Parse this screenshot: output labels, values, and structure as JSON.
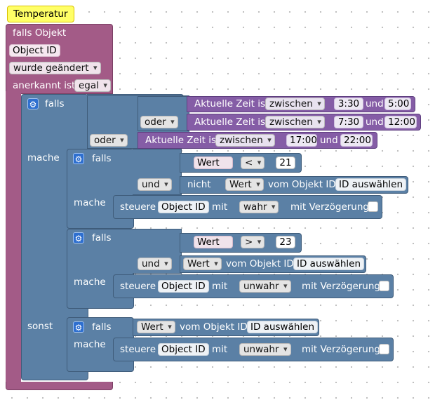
{
  "comment": "Temperatur",
  "trigger": {
    "label_object": "falls Objekt",
    "object_id": "Object ID",
    "changed": "wurde geändert",
    "ack_label": "anerkannt ist",
    "ack_value": "egal"
  },
  "outer_if": {
    "if_label": "falls",
    "do_label": "mache",
    "else_label": "sonst",
    "or1": "oder",
    "or2": "oder",
    "time_rows": [
      {
        "label": "Aktuelle Zeit ist",
        "op": "zwischen",
        "from": "3:30",
        "and": "und",
        "to": "5:00"
      },
      {
        "label": "Aktuelle Zeit ist",
        "op": "zwischen",
        "from": "7:30",
        "and": "und",
        "to": "12:00"
      },
      {
        "label": "Aktuelle Zeit ist",
        "op": "zwischen",
        "from": "17:00",
        "and": "und",
        "to": "22:00"
      }
    ]
  },
  "inner_if_1": {
    "if_label": "falls",
    "do_label": "mache",
    "value_dd": "Wert",
    "compare_op": "<",
    "compare_num": "21",
    "and_label": "und",
    "not_label": "nicht",
    "state_value": "Wert",
    "from_object": "vom Objekt ID",
    "id_select": "ID auswählen",
    "control_label": "steuere",
    "object_id": "Object ID",
    "with_label": "mit",
    "value": "wahr",
    "delay_label": "mit Verzögerung"
  },
  "inner_if_2": {
    "if_label": "falls",
    "do_label": "mache",
    "value_dd": "Wert",
    "compare_op": ">",
    "compare_num": "23",
    "and_label": "und",
    "state_value": "Wert",
    "from_object": "vom Objekt ID",
    "id_select": "ID auswählen",
    "control_label": "steuere",
    "object_id": "Object ID",
    "with_label": "mit",
    "value": "unwahr",
    "delay_label": "mit Verzögerung"
  },
  "inner_if_3": {
    "if_label": "falls",
    "do_label": "mache",
    "state_value": "Wert",
    "from_object": "vom Objekt ID",
    "id_select": "ID auswählen",
    "control_label": "steuere",
    "object_id": "Object ID",
    "with_label": "mit",
    "value": "unwahr",
    "delay_label": "mit Verzögerung"
  },
  "colors": {
    "event": "#a35b87",
    "logic": "#5b80a5",
    "time": "#855da6",
    "comment": "#ffff66"
  }
}
